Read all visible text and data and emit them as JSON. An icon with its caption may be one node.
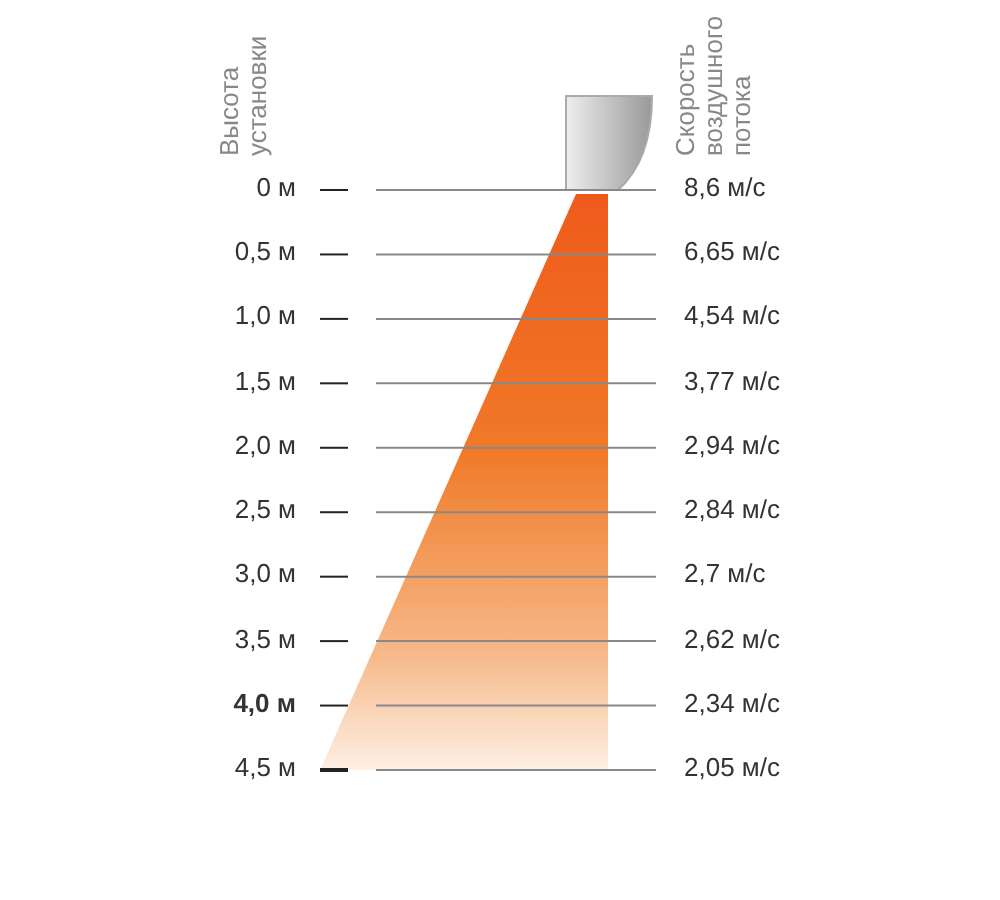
{
  "diagram": {
    "labels": [
      "Высота установки",
      "Скорость воздушного потока",
      "0 м",
      "8,6 м/с",
      "0,5 м",
      "6,65 м/с",
      "1,0 м",
      "4,54 м/с",
      "1,5 м",
      "3,77 м/с",
      "2,0 м",
      "2,94 м/с",
      "2,5 м",
      "2,84 м/с",
      "3,0 м",
      "2,7 м/с",
      "3,5 м",
      "2,62 м/с",
      "4,0 м",
      "2,34 м/с",
      "4,5 м",
      "2,05 м/с"
    ]
  }
}
